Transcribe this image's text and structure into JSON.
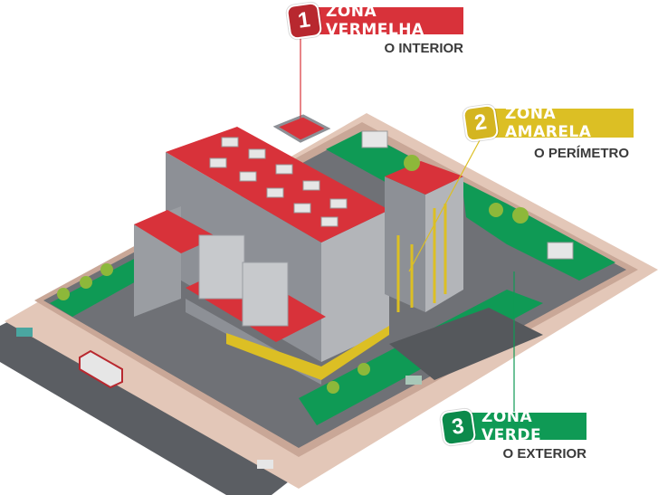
{
  "zones": [
    {
      "number": "1",
      "title": "ZONA VERMELHA",
      "subtitle": "O INTERIOR",
      "color": "#d8323a",
      "badge_color": "#b8282f"
    },
    {
      "number": "2",
      "title": "ZONA AMARELA",
      "subtitle": "O PERÍMETRO",
      "color": "#dcbf24",
      "badge_color": "#d4b520"
    },
    {
      "number": "3",
      "title": "ZONA VERDE",
      "subtitle": "O EXTERIOR",
      "color": "#0f9a55",
      "badge_color": "#0c8a4b"
    }
  ]
}
